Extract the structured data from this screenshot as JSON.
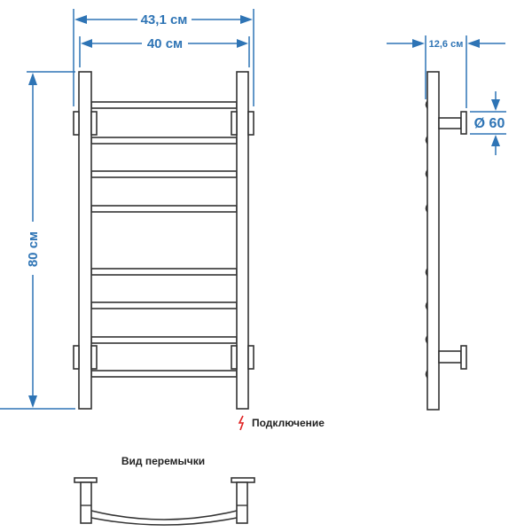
{
  "dimensions": {
    "overall_width": "43,1 см",
    "axis_width": "40 см",
    "height": "80 см",
    "depth": "12,6 см",
    "flange_diameter": "Ø 60"
  },
  "legend": {
    "connection_icon": "lightning-icon",
    "connection_label": "Подключение",
    "connection_color": "#e02020"
  },
  "bridge_view": {
    "title": "Вид перемычки"
  },
  "colors": {
    "dimension": "#2e74b5",
    "outline": "#333333"
  }
}
